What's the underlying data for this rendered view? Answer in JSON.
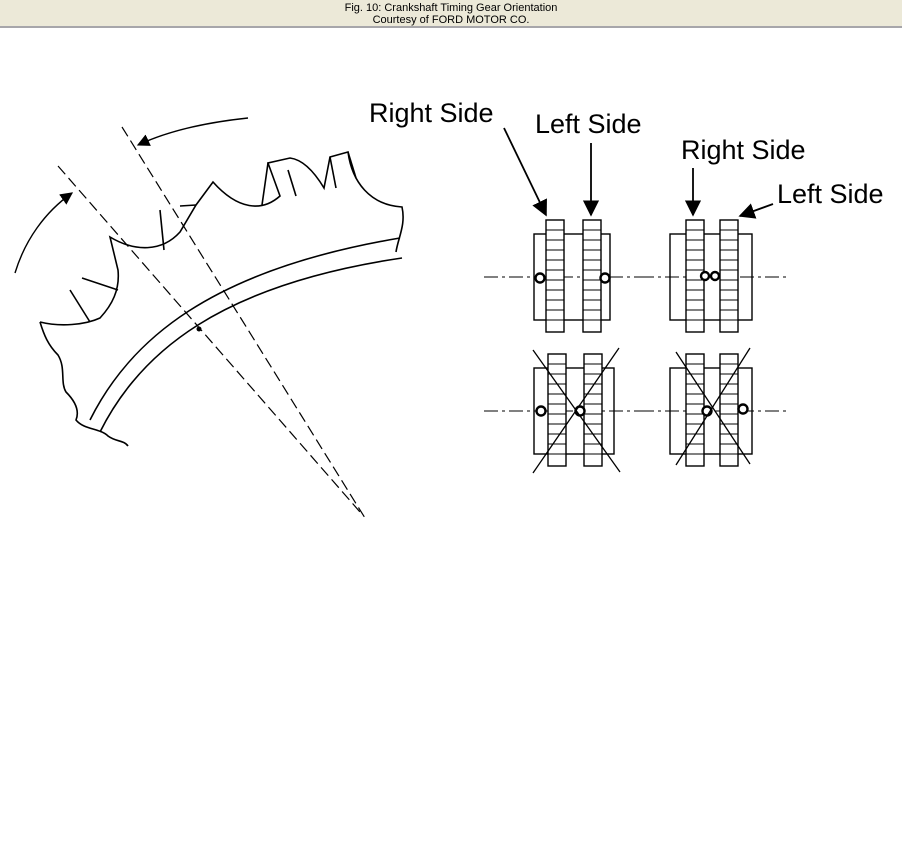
{
  "caption": {
    "title": "Fig. 10: Crankshaft Timing Gear Orientation",
    "credit": "Courtesy of FORD MOTOR CO."
  },
  "figure": {
    "labels": {
      "right_side_1": "Right Side",
      "left_side_1": "Left Side",
      "right_side_2": "Right Side",
      "left_side_2": "Left Side"
    }
  }
}
